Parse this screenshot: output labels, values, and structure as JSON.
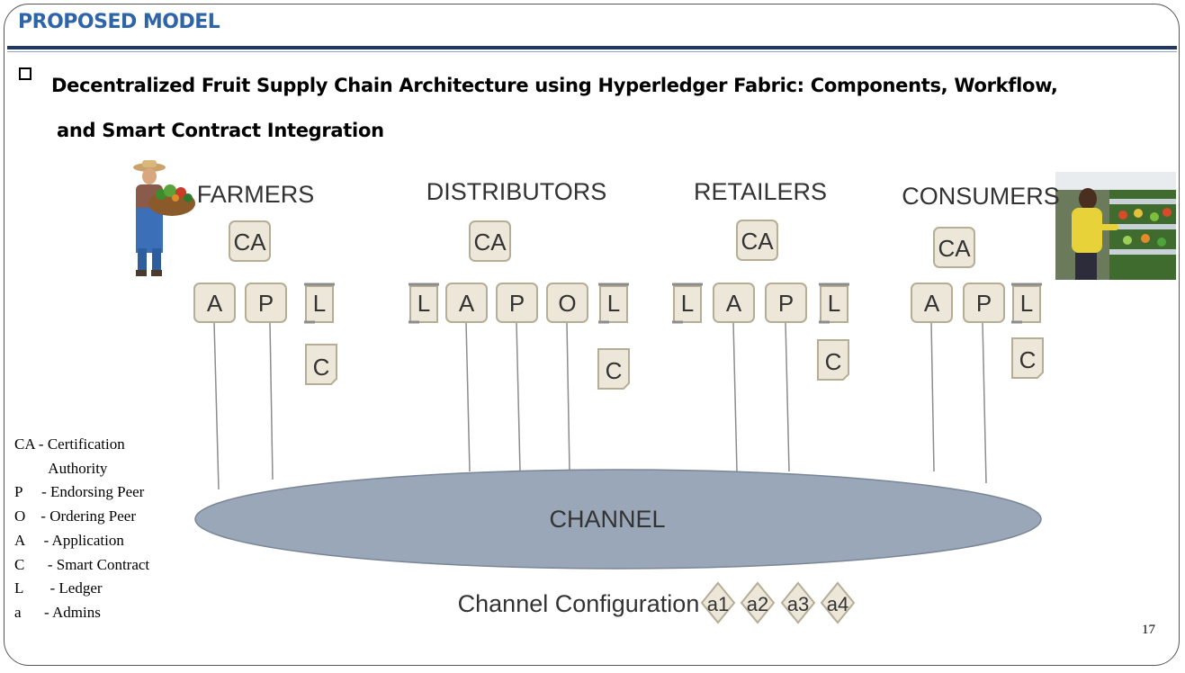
{
  "header": {
    "title": "PROPOSED MODEL"
  },
  "heading": {
    "line1": "Decentralized Fruit Supply Chain Architecture using Hyperledger Fabric: Components, Workflow,",
    "line2": "and Smart Contract Integration"
  },
  "diagram": {
    "groups": [
      {
        "label": "FARMERS",
        "ca": "CA",
        "nodes": [
          "A",
          "P",
          "L"
        ],
        "contract": "C"
      },
      {
        "label": "DISTRIBUTORS",
        "ca": "CA",
        "nodes": [
          "L",
          "A",
          "P",
          "O",
          "L"
        ],
        "contract": "C"
      },
      {
        "label": "RETAILERS",
        "ca": "CA",
        "nodes": [
          "L",
          "A",
          "P",
          "L"
        ],
        "contract": "C"
      },
      {
        "label": "CONSUMERS",
        "ca": "CA",
        "nodes": [
          "A",
          "P",
          "L"
        ],
        "contract": "C"
      }
    ],
    "channel_label": "CHANNEL",
    "channel_config_label": "Channel Configuration",
    "admins": [
      "a1",
      "a2",
      "a3",
      "a4"
    ],
    "colors": {
      "box_fill": "#ece7d8",
      "box_stroke": "#b5ad95",
      "channel_fill": "#9aa7b8",
      "channel_stroke": "#7a8696"
    }
  },
  "legend": [
    "CA - Certification",
    "         Authority",
    "P     - Endorsing Peer",
    "O    - Ordering Peer",
    "A     - Application",
    "C      - Smart Contract",
    "L       - Ledger",
    "a      - Admins"
  ],
  "page_number": "17",
  "images": {
    "farmer": "farmer-with-vegetable-basket",
    "consumer": "shopper-in-grocery-aisle"
  }
}
